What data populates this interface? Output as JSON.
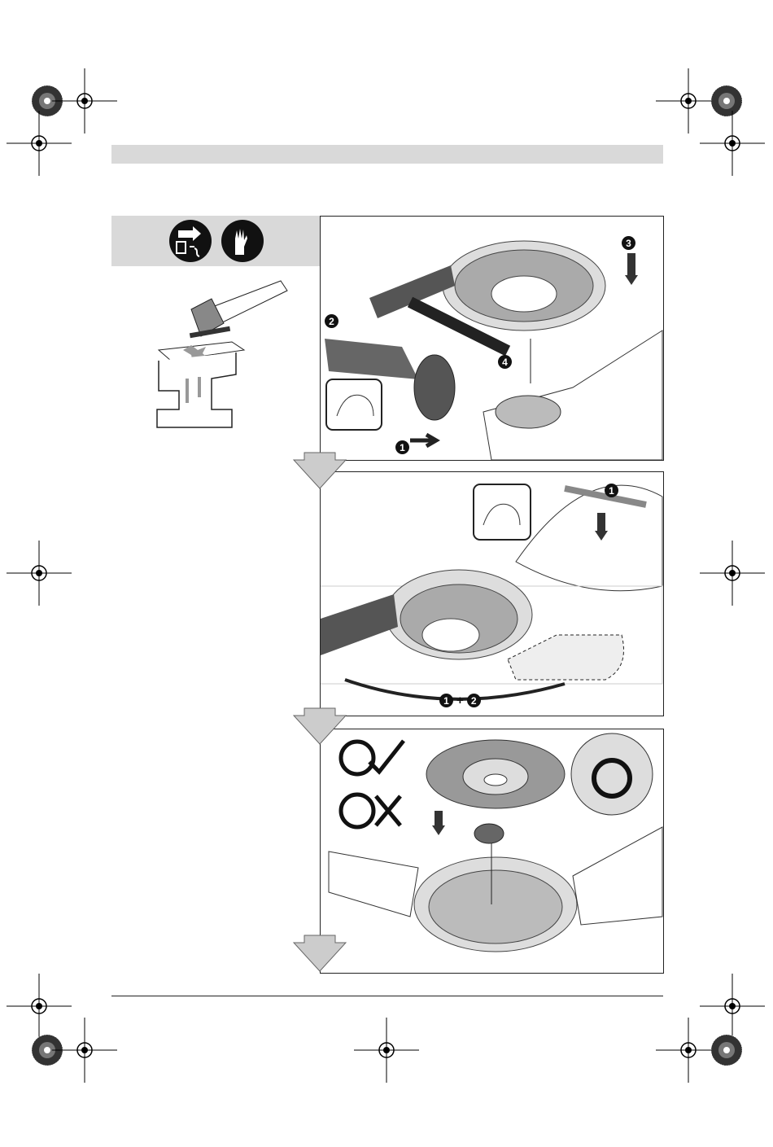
{
  "steps_panel1": {
    "step1": "1",
    "step2": "2",
    "step3": "3",
    "step4": "4"
  },
  "steps_panel2": {
    "step1": "1",
    "combo_a": "1",
    "plus": "+",
    "combo_b": "2"
  },
  "safety_icons": [
    "unplug-icon",
    "gloves-icon"
  ],
  "mount_check": {
    "correct": "check-icon",
    "wrong": "cross-icon"
  }
}
